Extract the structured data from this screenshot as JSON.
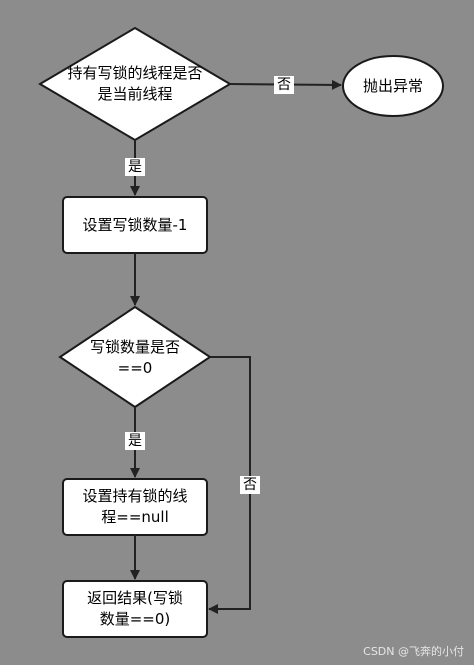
{
  "nodes": {
    "decision_holder": {
      "line1": "持有写锁的线程是否",
      "line2": "是当前线程"
    },
    "throw_exception": {
      "label": "抛出异常"
    },
    "decrement_count": {
      "label": "设置写锁数量-1"
    },
    "decision_zero": {
      "line1": "写锁数量是否",
      "line2": "==0"
    },
    "clear_holder": {
      "line1": "设置持有锁的线",
      "line2": "程==null"
    },
    "return_result": {
      "line1": "返回结果(写锁",
      "line2": "数量==0)"
    }
  },
  "edges": {
    "no_to_exception": "否",
    "yes_to_decrement": "是",
    "yes_to_clear": "是",
    "no_to_return": "否"
  },
  "watermark": "CSDN @飞奔的小付",
  "colors": {
    "background": "#8c8c8c",
    "node_fill": "#ffffff",
    "stroke": "#1a1a1a"
  }
}
